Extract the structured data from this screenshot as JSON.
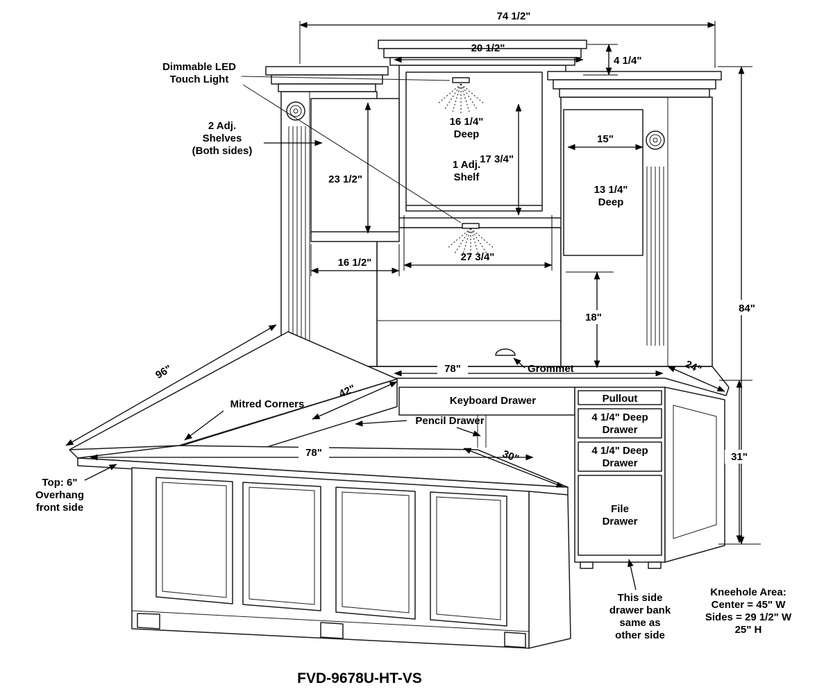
{
  "title": "FVD-9678U-HT-VS",
  "colors": {
    "line": "#1a1a1a",
    "background": "#ffffff"
  },
  "dimensions": {
    "overall_width": "74 1/2\"",
    "center_top_width": "20 1/2\"",
    "center_top_height": "4 1/4\"",
    "overall_height": "84\"",
    "left_opening_height": "23 1/2\"",
    "center_opening_height": "17 3/4\"",
    "right_opening_width": "15\"",
    "left_opening_width": "16 1/2\"",
    "center_opening_width": "27 3/4\"",
    "hutch_back_height": "18\"",
    "left_return_length": "96\"",
    "desktop_width": "78\"",
    "right_return_depth": "24\"",
    "left_return_width": "42\"",
    "desk_front_width": "78\"",
    "desk_depth": "30\"",
    "desk_height": "31\""
  },
  "annotations": {
    "led_light": {
      "lines": [
        "Dimmable LED",
        "Touch Light"
      ]
    },
    "adj_shelves": {
      "lines": [
        "2 Adj.",
        "Shelves",
        "(Both sides)"
      ]
    },
    "center_depth": {
      "lines": [
        "16 1/4\"",
        "Deep"
      ]
    },
    "adj_shelf": {
      "lines": [
        "1 Adj.",
        "Shelf"
      ]
    },
    "right_depth": {
      "lines": [
        "13 1/4\"",
        "Deep"
      ]
    },
    "grommet": "Grommet",
    "mitred_corners": "Mitred Corners",
    "keyboard_drawer": "Keyboard Drawer",
    "pencil_drawer": "Pencil Drawer",
    "pullout": "Pullout",
    "deep_drawer_1": {
      "lines": [
        "4 1/4\" Deep",
        "Drawer"
      ]
    },
    "deep_drawer_2": {
      "lines": [
        "4 1/4\" Deep",
        "Drawer"
      ]
    },
    "file_drawer": {
      "lines": [
        "File",
        "Drawer"
      ]
    },
    "overhang": {
      "lines": [
        "Top: 6\"",
        "Overhang",
        "front side"
      ]
    },
    "drawer_bank_note": {
      "lines": [
        "This side",
        "drawer bank",
        "same as",
        "other side"
      ]
    },
    "kneehole": {
      "lines": [
        "Kneehole Area:",
        "Center = 45\" W",
        "Sides = 29 1/2\" W",
        "25\" H"
      ]
    }
  }
}
